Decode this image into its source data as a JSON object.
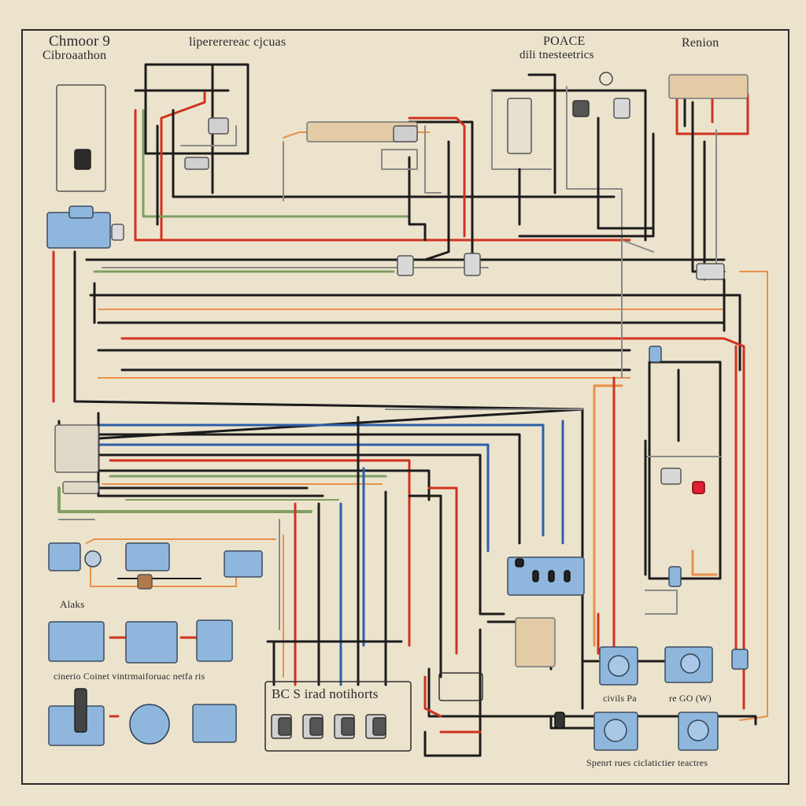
{
  "labels": {
    "title_left_1": "Chmoor 9",
    "title_left_2": "Cibroaathon",
    "title_center": "lipererereac cjcuas",
    "title_right_1": "poace",
    "title_right_2": "dili tnesteetrics",
    "title_far_right": "Renion",
    "left_small": "Alaks",
    "bottom_left_caption": "cinerio Coinet vintrmaiforuac netfa ris",
    "box_caption": "BC S irad notihorts",
    "bottom_mid_right": "civils Pa",
    "bottom_right_small": "re GO (W)",
    "bottom_right_caption": "Spenrt rues ciclatictier teactres"
  },
  "colors": {
    "background": "#ece3cd",
    "wire_black": "#1c1c1c",
    "wire_red": "#d0321f",
    "wire_orange": "#e8904a",
    "wire_green": "#7fa063",
    "wire_blue": "#2d5fa8",
    "wire_gray": "#8a8a8a",
    "component_blue": "#8fb7dd",
    "component_tan": "#e3cba6"
  },
  "icons": [
    "relay-module-icon",
    "motor-icon",
    "capacitor-icon",
    "terminal-block-icon",
    "switch-icon"
  ]
}
